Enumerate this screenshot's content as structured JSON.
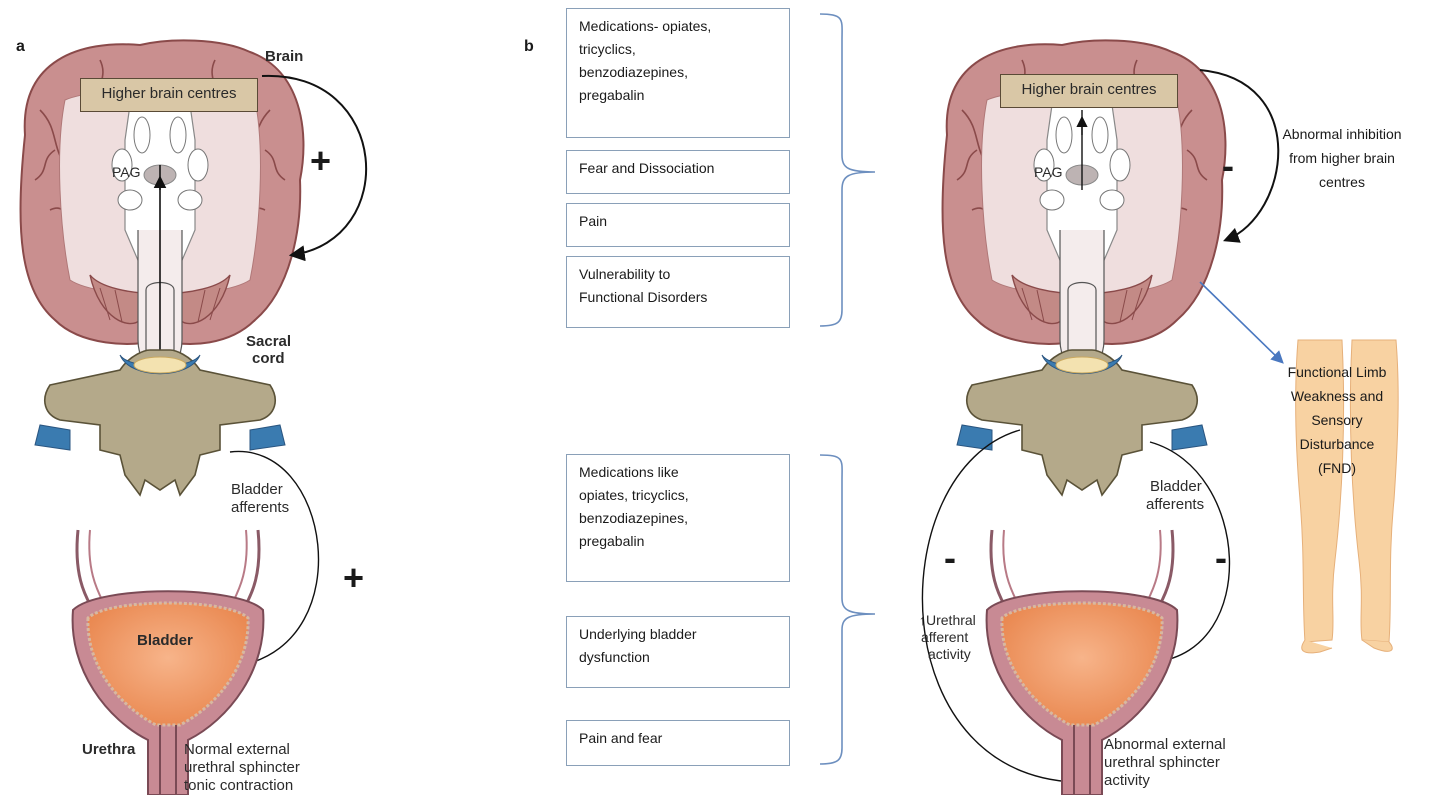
{
  "panel_a": {
    "letter": "a",
    "labels": {
      "brain": "Brain",
      "higher_brain_centres": "Higher brain centres",
      "pag": "PAG",
      "sacral_cord_line1": "Sacral",
      "sacral_cord_line2": "cord",
      "bladder_afferents_line1": "Bladder",
      "bladder_afferents_line2": "afferents",
      "bladder": "Bladder",
      "urethra": "Urethra",
      "sphincter_line1": "Normal external",
      "sphincter_line2": "urethral sphincter",
      "sphincter_line3": "tonic contraction"
    },
    "signs": {
      "brain_loop": "+",
      "bladder_loop": "+"
    }
  },
  "panel_b": {
    "letter": "b",
    "upper_boxes": [
      {
        "lines": [
          "Medications- opiates,",
          "tricyclics,",
          "benzodiazepines,",
          "pregabalin"
        ]
      },
      {
        "lines": [
          "Fear and Dissociation"
        ]
      },
      {
        "lines": [
          "Pain"
        ]
      },
      {
        "lines": [
          "Vulnerability to",
          "Functional Disorders"
        ]
      }
    ],
    "lower_boxes": [
      {
        "lines": [
          "Medications like",
          "opiates, tricyclics,",
          "benzodiazepines,",
          "pregabalin"
        ]
      },
      {
        "lines": [
          "Underlying bladder",
          "dysfunction"
        ]
      },
      {
        "lines": [
          "Pain and fear"
        ]
      }
    ],
    "labels": {
      "higher_brain_centres": "Higher brain centres",
      "pag": "PAG",
      "bladder_afferents_line1": "Bladder",
      "bladder_afferents_line2": "afferents",
      "urethral_afferent_line1": "↑Urethral",
      "urethral_afferent_line2": "afferent",
      "urethral_afferent_line3": "activity",
      "abnormal_sphincter_line1": "Abnormal external",
      "abnormal_sphincter_line2": "urethral sphincter",
      "abnormal_sphincter_line3": "activity",
      "abnormal_inhibition_line1": "Abnormal inhibition",
      "abnormal_inhibition_line2": "from higher brain",
      "abnormal_inhibition_line3": "centres",
      "fnd_line1": "Functional Limb",
      "fnd_line2": "Weakness and",
      "fnd_line3": "Sensory",
      "fnd_line4": "Disturbance",
      "fnd_line5": "(FND)"
    },
    "signs": {
      "brain_loop": "-",
      "left_bladder": "-",
      "right_bladder": "-"
    }
  },
  "colors": {
    "brain_pink": "#c98f8f",
    "brain_dark": "#8a4a4a",
    "spine_tan": "#b4a98a",
    "nerve_blue": "#3a7bb0",
    "bladder_orange": "#f0a070",
    "bladder_wall": "#b87a86",
    "bracket_blue": "#6d8fbf",
    "leg_skin": "#f8d2a2"
  }
}
